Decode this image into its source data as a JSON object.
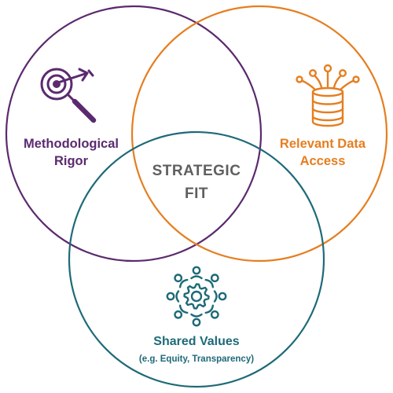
{
  "colors": {
    "purple": "#5b2a6e",
    "orange": "#e57e1f",
    "teal": "#1e6a78",
    "center_text": "#5f5f5f"
  },
  "circles": [
    {
      "name": "Methodological Rigor",
      "color": "#5b2a6e",
      "icon": "target-magnifier-icon"
    },
    {
      "name": "Relevant Data Access",
      "color": "#e57e1f",
      "icon": "database-network-icon"
    },
    {
      "name": "Shared Values",
      "color": "#1e6a78",
      "icon": "people-gear-icon"
    }
  ],
  "labels": {
    "methodological": {
      "line1": "Methodological",
      "line2": "Rigor"
    },
    "data": {
      "line1": "Relevant Data",
      "line2": "Access"
    },
    "center": {
      "line1": "STRATEGIC",
      "line2": "FIT"
    },
    "shared": {
      "line1": "Shared Values",
      "line2": "(e.g. Equity, Transparency)"
    }
  }
}
